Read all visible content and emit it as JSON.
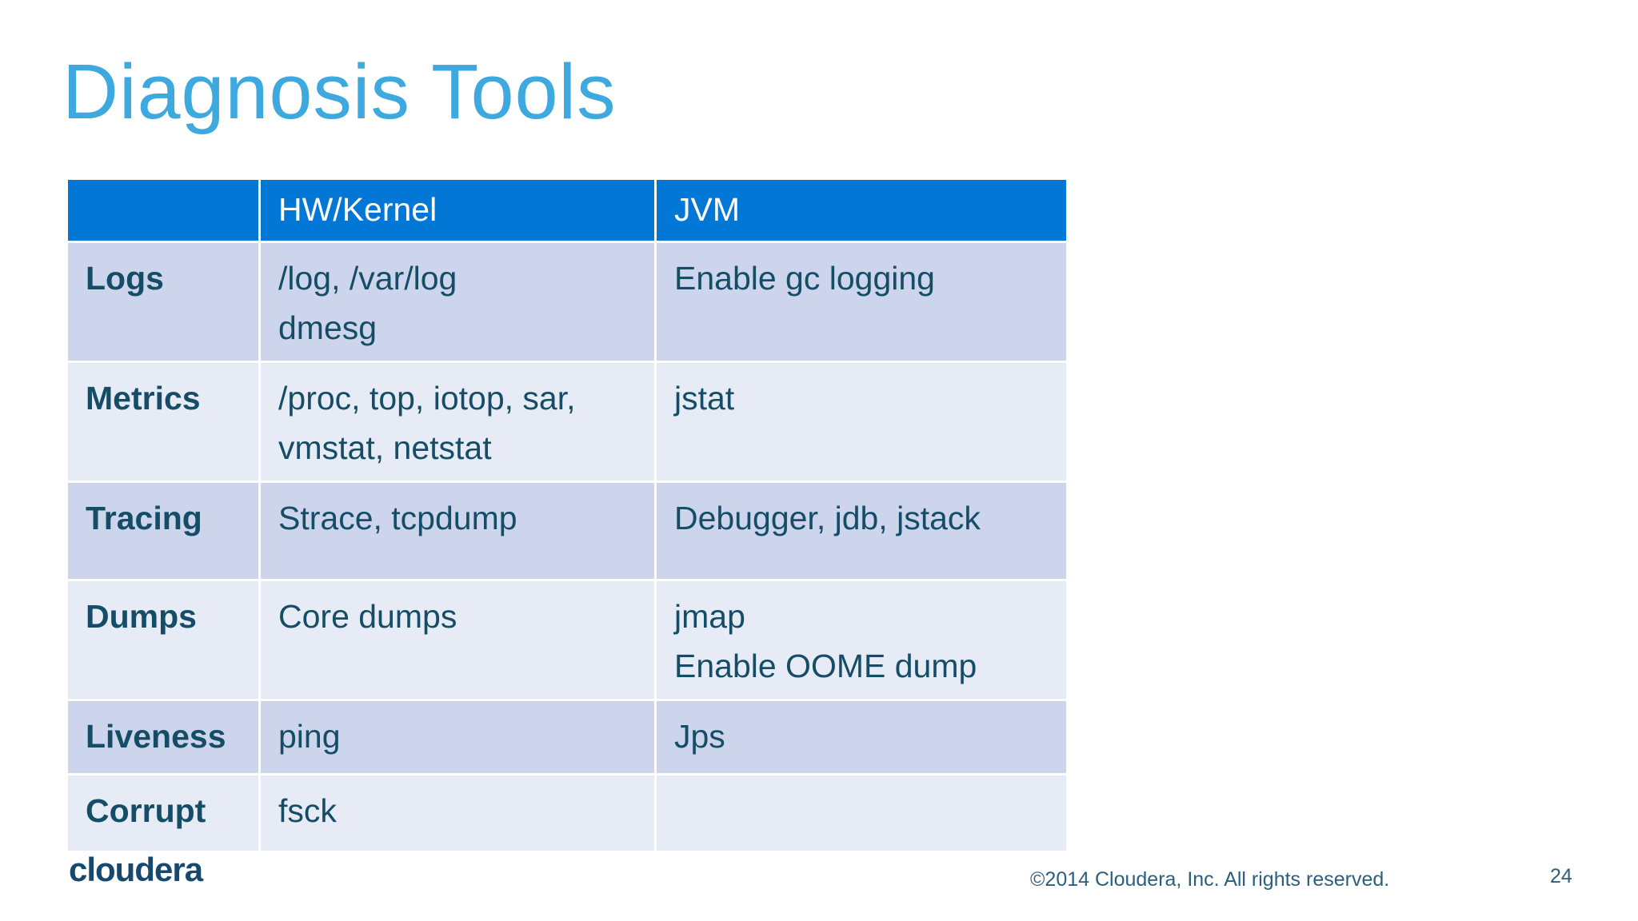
{
  "slide": {
    "title": "Diagnosis Tools",
    "logo_text": "cloudera",
    "copyright": "©2014 Cloudera, Inc. All rights reserved.",
    "page_number": "24"
  },
  "table": {
    "columns": [
      "",
      "HW/Kernel",
      "JVM"
    ],
    "rows": [
      {
        "label": "Logs",
        "cells": [
          "/log, /var/log\ndmesg",
          "Enable gc logging"
        ]
      },
      {
        "label": "Metrics",
        "cells": [
          "/proc, top, iotop, sar,\nvmstat, netstat",
          "jstat"
        ]
      },
      {
        "label": "Tracing",
        "cells": [
          "Strace, tcpdump",
          "Debugger, jdb, jstack"
        ]
      },
      {
        "label": "Dumps",
        "cells": [
          "Core dumps",
          "jmap\nEnable OOME dump"
        ]
      },
      {
        "label": "Liveness",
        "cells": [
          "ping",
          "Jps"
        ]
      },
      {
        "label": "Corrupt",
        "cells": [
          "fsck",
          ""
        ]
      }
    ]
  },
  "colors": {
    "header_blue": "#0277d6",
    "row_dark": "#ccd5ec",
    "row_light": "#e7ebf6",
    "title_blue": "#3ea9de",
    "cell_text": "#154d67",
    "logo_navy": "#17496e",
    "footer_text": "#2d5f7d",
    "background": "#ffffff"
  }
}
